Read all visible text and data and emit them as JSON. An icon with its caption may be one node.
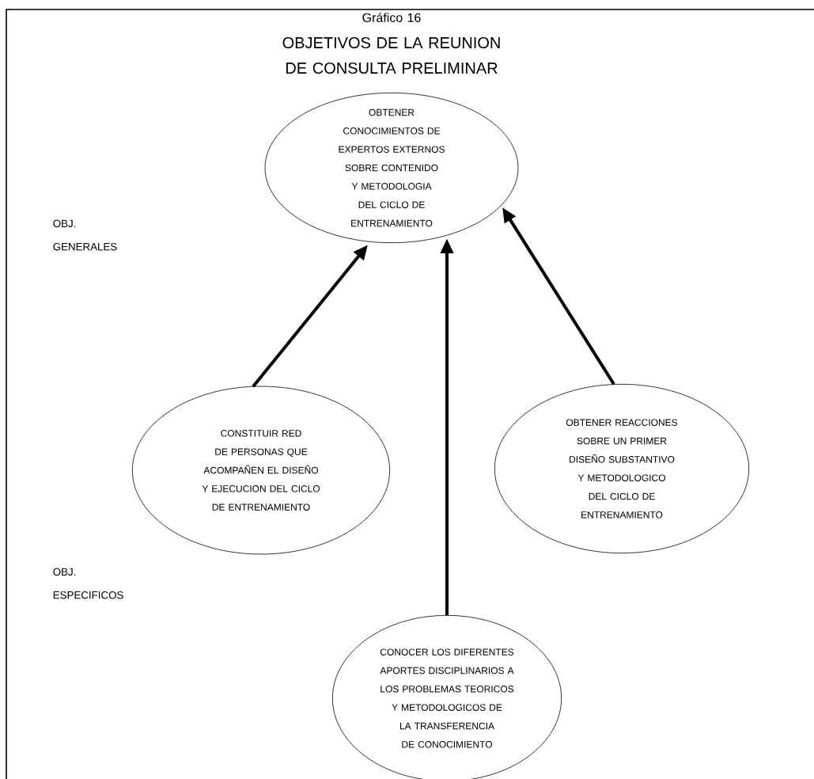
{
  "diagram": {
    "title": "OBJETIVOS DE LA REUNION DE CONSULTA PRELIMINAR",
    "nodes": [
      {
        "text": [
          "OBTENER CONOCIMIENTOS DE EXPERTOS EXTERNOS SOBRE CONTENIDO Y METODOLOGIA DEL CICLO DE ENTRENAMIENTO"
        ]
      },
      {
        "text": [
          "CONSTITUIR RED DE PERSONAS QUE ACOMPAÑEN EL DISEÑO Y EJECUCION DEL CICLO DE ENTRENAMIENTO"
        ]
      },
      {
        "text": [
          "OBTENER REACCIONES SOBRE UN PRIMER DISEÑO SUBSTANTIVO Y METODOLOGICO DEL CICLO DE ENTRENAMIENTO"
        ]
      },
      {
        "text": [
          "CONOCER LOS DIFERENTES APORTES DISCIPLINARIOS A LOS PROBLEMAS TEORICOS Y METODOLOGICOS DE LA TRANSFERENCIA DE CONOCIMIENTO"
        ]
      }
    ],
    "edges": [
      {
        "from": 1,
        "to": 0,
        "arrow": "to"
      },
      {
        "from": 3,
        "to": 0,
        "arrow": "to"
      },
      {
        "from": 2,
        "to": 0,
        "arrow": "to"
      }
    ],
    "labels": [
      "Gráfico 16",
      "OBJ. GENERALES",
      "OBJ. ESPECIFICOS"
    ]
  }
}
